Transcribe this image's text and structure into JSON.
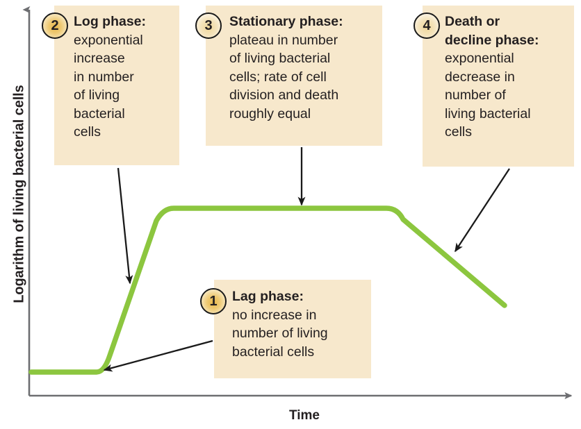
{
  "figure": {
    "type": "bacterial-growth-curve",
    "axes": {
      "y_label": "Logarithm of living bacterial cells",
      "x_label": "Time"
    },
    "colors": {
      "curve": "#8cc63f",
      "callout_background": "#f7e8cc",
      "badge_gold": "#e8b84b",
      "axis": "#6d6e71",
      "text": "#231f20"
    },
    "callouts": [
      {
        "number": "1",
        "title": "Lag phase:",
        "body_lines": [
          "no increase in",
          "number of living",
          "bacterial cells"
        ]
      },
      {
        "number": "2",
        "title": "Log phase:",
        "body_lines": [
          "exponential",
          "increase",
          "in number",
          "of living",
          "bacterial",
          "cells"
        ]
      },
      {
        "number": "3",
        "title": "Stationary phase:",
        "body_lines": [
          "plateau in number",
          "of living bacterial",
          "cells; rate of cell",
          "division and death",
          "roughly equal"
        ]
      },
      {
        "number": "4",
        "title_lines": [
          "Death or",
          "decline phase:"
        ],
        "body_lines": [
          "exponential",
          "decrease in",
          "number of",
          "living bacterial",
          "cells"
        ]
      }
    ]
  },
  "chart_data": {
    "type": "line",
    "title": "",
    "xlabel": "Time",
    "ylabel": "Logarithm of living bacterial cells",
    "grid": false,
    "legend": "none",
    "axis_ticks": {
      "x": [],
      "y": []
    },
    "xlim": [
      0,
      100
    ],
    "ylim": [
      0,
      100
    ],
    "series": [
      {
        "name": "Living bacterial cells",
        "color": "#8cc63f",
        "points": [
          {
            "x": 0,
            "y": 6,
            "phase": "lag"
          },
          {
            "x": 13,
            "y": 6,
            "phase": "lag"
          },
          {
            "x": 26,
            "y": 48,
            "phase": "log"
          },
          {
            "x": 26,
            "y": 53,
            "phase": "log"
          },
          {
            "x": 67,
            "y": 53,
            "phase": "stationary"
          },
          {
            "x": 72,
            "y": 50,
            "phase": "stationary"
          },
          {
            "x": 87,
            "y": 25,
            "phase": "death"
          }
        ]
      }
    ],
    "phase_annotations": [
      {
        "number": "1",
        "name": "Lag phase",
        "description": "no increase in number of living bacterial cells"
      },
      {
        "number": "2",
        "name": "Log phase",
        "description": "exponential increase in number of living bacterial cells"
      },
      {
        "number": "3",
        "name": "Stationary phase",
        "description": "plateau in number of living bacterial cells; rate of cell division and death roughly equal"
      },
      {
        "number": "4",
        "name": "Death or decline phase",
        "description": "exponential decrease in number of living bacterial cells"
      }
    ]
  }
}
